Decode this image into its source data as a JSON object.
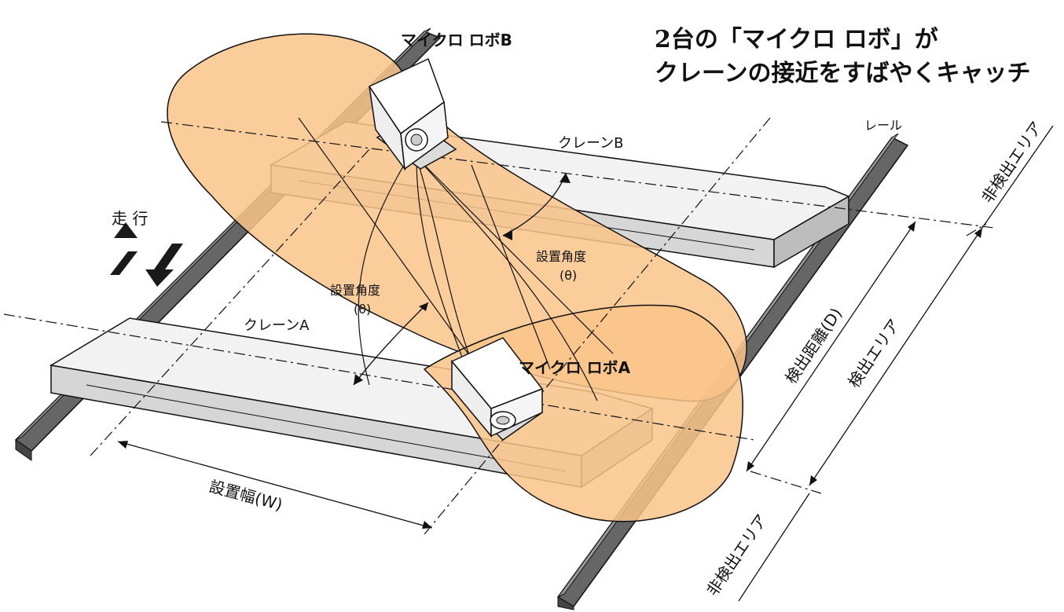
{
  "headline": {
    "line1": "2台の「マイクロ ロボ」が",
    "line2": "クレーンの接近をすばやくキャッチ"
  },
  "labels": {
    "robo_b": "マイクロ ロボB",
    "robo_a": "マイクロ ロボA",
    "crane_b": "クレーンB",
    "crane_a": "クレーンA",
    "rail": "レール",
    "travel": "走 行",
    "angle_upper_1": "設置角度",
    "angle_upper_2": "(θ)",
    "angle_lower_1": "設置角度",
    "angle_lower_2": "(θ)",
    "width": "設置幅(W)",
    "distance": "検出距離(D)",
    "detect_area": "検出エリア",
    "non_detect_top": "非検出エリア",
    "non_detect_bottom": "非検出エリア"
  },
  "colors": {
    "detection_zone": "#f9c48a",
    "detection_edge": "#111111",
    "crane_face": "#e6e6e6",
    "crane_top": "#f2f2f2",
    "crane_shadow": "#bdbdbd",
    "rail": "#555555",
    "rail_top": "#8a8a8a",
    "arrow": "#1a1a1a"
  }
}
